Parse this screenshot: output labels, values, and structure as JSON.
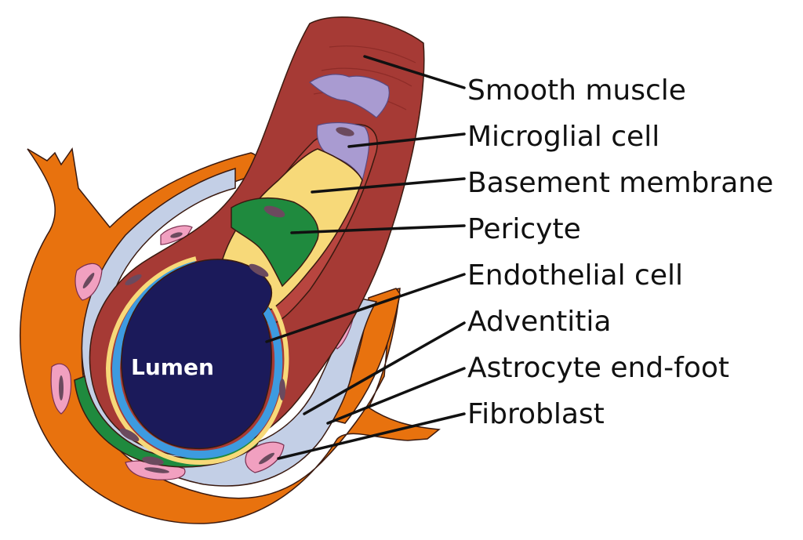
{
  "diagram": {
    "title": "Cerebral blood vessel wall structure",
    "lumen_label": "Lumen",
    "labels": [
      {
        "id": "smooth-muscle",
        "text": "Smooth muscle"
      },
      {
        "id": "microglial-cell",
        "text": "Microglial cell"
      },
      {
        "id": "basement-membrane",
        "text": "Basement membrane"
      },
      {
        "id": "pericyte",
        "text": "Pericyte"
      },
      {
        "id": "endothelial-cell",
        "text": "Endothelial cell"
      },
      {
        "id": "adventitia",
        "text": "Adventitia"
      },
      {
        "id": "astrocyte-end-foot",
        "text": "Astrocyte end-foot"
      },
      {
        "id": "fibroblast",
        "text": "Fibroblast"
      }
    ],
    "colors": {
      "smooth_muscle": "#a63a35",
      "smooth_muscle_dark": "#8e2c28",
      "microglia": "#a99bd1",
      "basement_membrane": "#f7d979",
      "pericyte": "#1f8a3e",
      "endothelium": "#3d9be0",
      "lumen": "#1b1a5a",
      "adventitia": "#c3cfe6",
      "astrocyte": "#e8720e",
      "fibroblast": "#f1a0c0",
      "nucleus": "#6b4a5e"
    }
  }
}
